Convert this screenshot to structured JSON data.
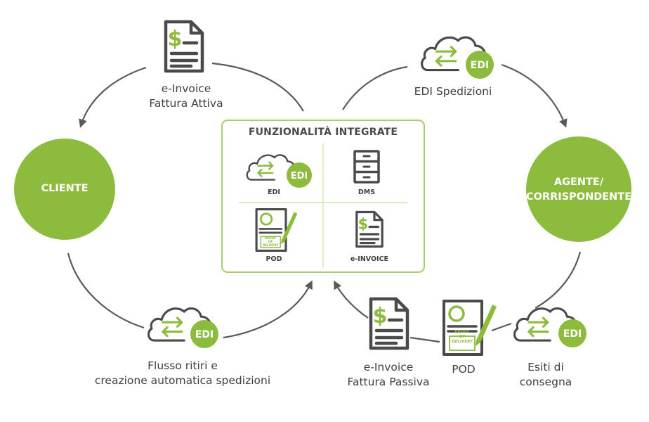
{
  "nodes": {
    "cliente": "CLIENTE",
    "agente_line1": "AGENTE/",
    "agente_line2": "CORRISPONDENTE"
  },
  "center_box": {
    "title": "FUNZIONALITÀ INTEGRATE",
    "cells": {
      "edi": "EDI",
      "dms": "DMS",
      "pod": "POD",
      "einvoice": "e-INVOICE"
    }
  },
  "flows": {
    "einvoice_attiva_line1": "e-Invoice",
    "einvoice_attiva_line2": "Fattura Attiva",
    "edi_spedizioni": "EDI Spedizioni",
    "flusso_line1": "Flusso ritiri e",
    "flusso_line2": "creazione automatica spedizioni",
    "einvoice_passiva_line1": "e-Invoice",
    "einvoice_passiva_line2": "Fattura Passiva",
    "pod": "POD",
    "esiti_line1": "Esiti di",
    "esiti_line2": "consegna"
  },
  "badges": {
    "edi": "EDI"
  },
  "stamp_text": [
    "PROOF",
    "OF",
    "DELIVERY"
  ],
  "icons": [
    "invoice-dollar-icon",
    "cloud-edi-icon",
    "server-cabinet-icon",
    "proof-of-delivery-icon"
  ],
  "colors": {
    "accent": "#8cbb3e",
    "icon_stroke": "#4a4a4a",
    "line": "#5a5a5a",
    "text": "#3f3f3f"
  }
}
